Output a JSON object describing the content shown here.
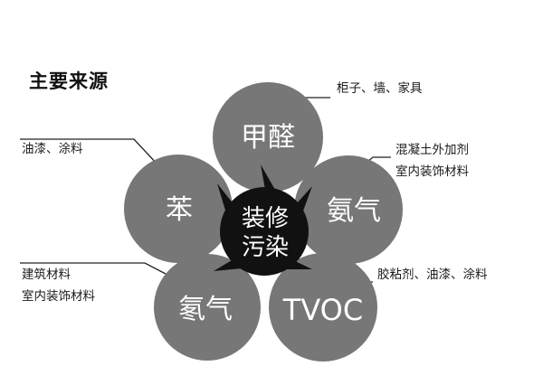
{
  "title": "主要来源",
  "center": {
    "line1": "装修",
    "line2": "污染",
    "fill": "#111111",
    "text_color": "#ffffff"
  },
  "petals": [
    {
      "id": "formaldehyde",
      "label": "甲醛",
      "fill": "#777777",
      "text_color": "#ffffff"
    },
    {
      "id": "ammonia",
      "label": "氨气",
      "fill": "#777777",
      "text_color": "#ffffff"
    },
    {
      "id": "tvoc",
      "label": "TVOC",
      "fill": "#777777",
      "text_color": "#ffffff"
    },
    {
      "id": "radon",
      "label": "氡气",
      "fill": "#777777",
      "text_color": "#ffffff"
    },
    {
      "id": "benzene",
      "label": "苯",
      "fill": "#777777",
      "text_color": "#ffffff"
    }
  ],
  "sources": {
    "formaldehyde": [
      "柜子、墙、家具"
    ],
    "ammonia": [
      "混凝土外加剂",
      "室内装饰材料"
    ],
    "tvoc": [
      "胶粘剂、油漆、涂料"
    ],
    "radon": [
      "建筑材料",
      "室内装饰材料"
    ],
    "benzene": [
      "油漆、涂料"
    ]
  },
  "colors": {
    "leader_line": "#222222",
    "text": "#1a1a1a"
  }
}
